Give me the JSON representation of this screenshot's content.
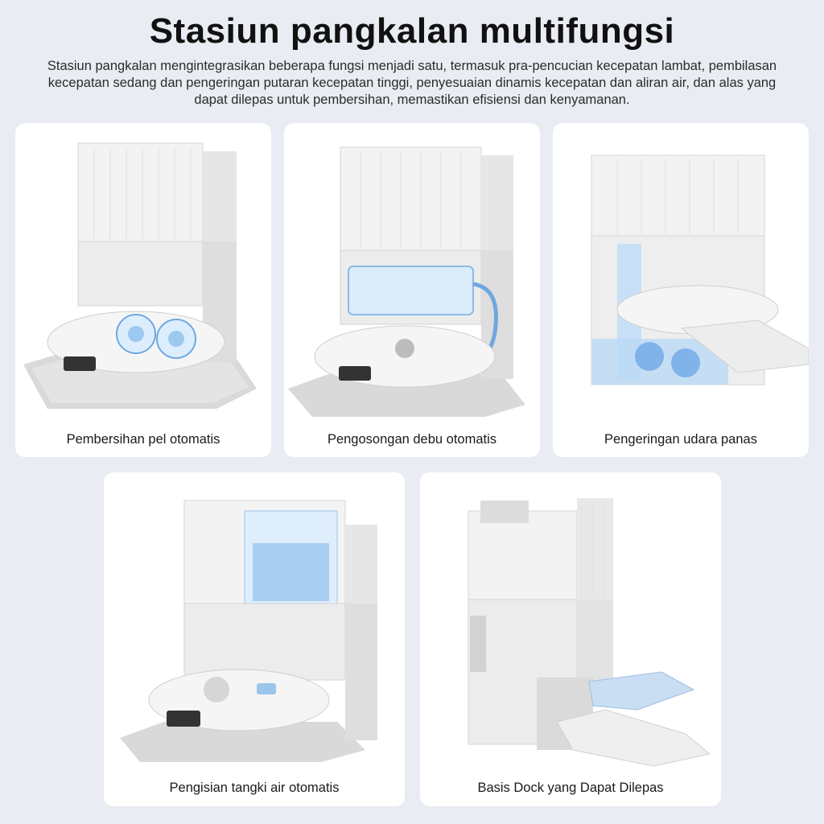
{
  "header": {
    "title": "Stasiun pangkalan multifungsi",
    "description": "Stasiun pangkalan mengintegrasikan beberapa fungsi menjadi satu, termasuk pra-pencucian kecepatan lambat, pembilasan kecepatan sedang dan pengeringan putaran kecepatan tinggi, penyesuaian dinamis kecepatan dan aliran air, dan alas yang dapat dilepas untuk pembersihan, memastikan efisiensi dan kenyamanan."
  },
  "features": [
    {
      "caption": "Pembersihan pel otomatis",
      "image": "mop-washing-station-image"
    },
    {
      "caption": "Pengosongan debu otomatis",
      "image": "dust-emptying-station-image"
    },
    {
      "caption": "Pengeringan udara panas",
      "image": "hot-air-drying-station-image"
    },
    {
      "caption": "Pengisian tangki air otomatis",
      "image": "water-tank-refill-station-image"
    },
    {
      "caption": "Basis Dock yang Dapat Dilepas",
      "image": "detachable-dock-base-image"
    }
  ],
  "colors": {
    "background": "#e9ecf2",
    "card": "#ffffff",
    "product_white": "#f2f2f2",
    "accent_blue": "#8fc3f2"
  }
}
